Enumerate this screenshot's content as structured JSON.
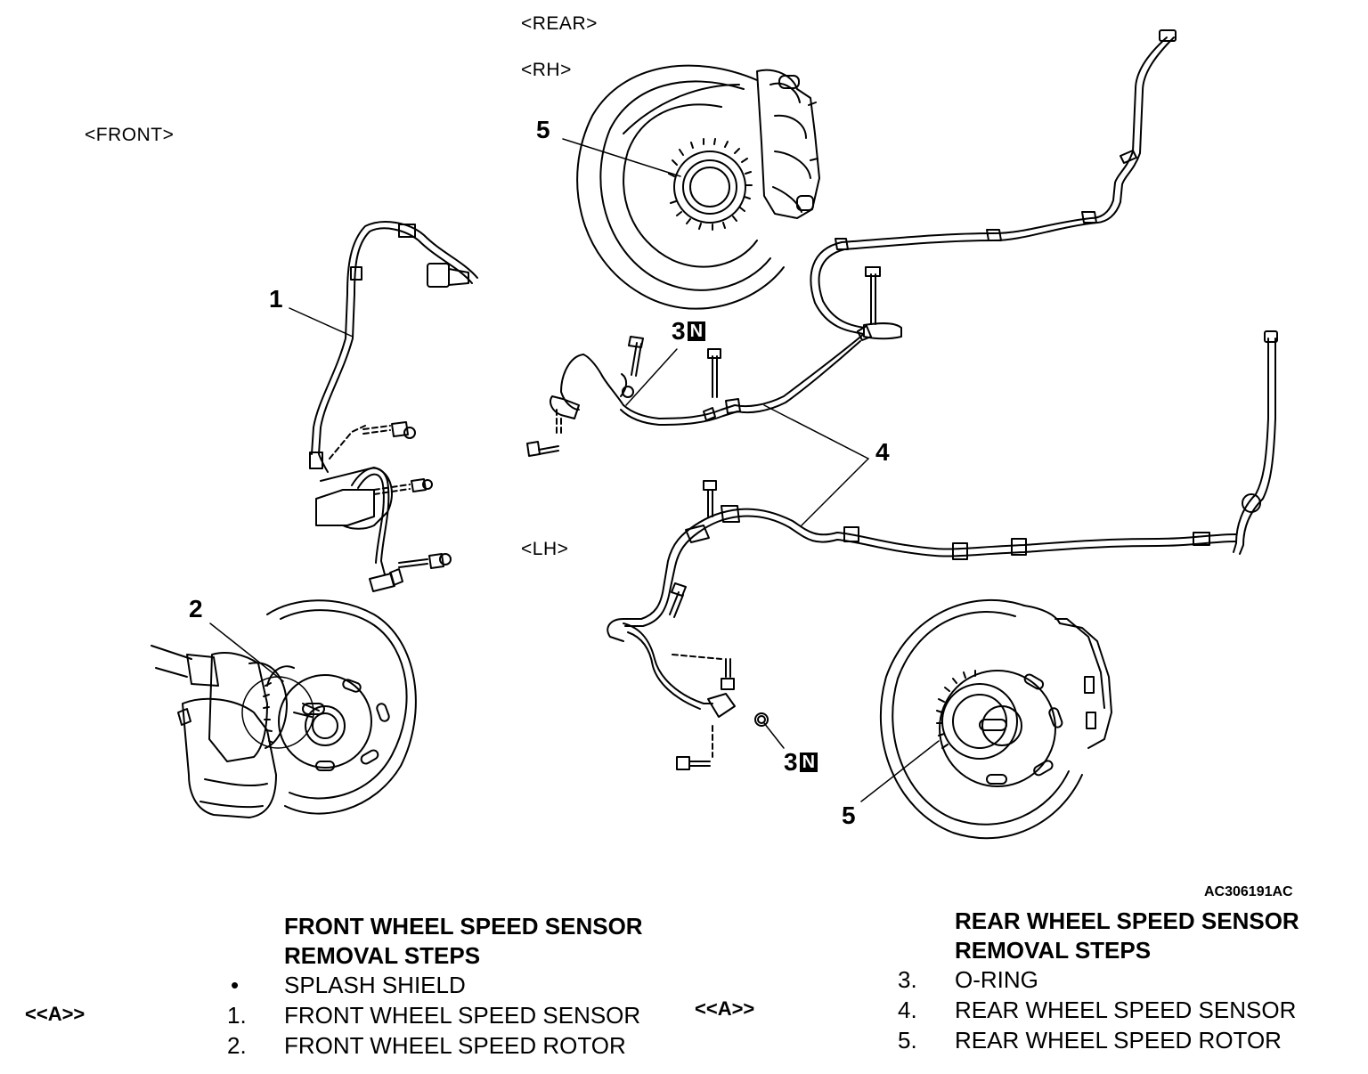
{
  "view_labels": {
    "front": "<FRONT>",
    "rear": "<REAR>",
    "rh": "<RH>",
    "lh": "<LH>"
  },
  "callouts": {
    "c1": "1",
    "c2": "2",
    "c3a_num": "3",
    "c3a_tag": "N",
    "c3b_num": "3",
    "c3b_tag": "N",
    "c4": "4",
    "c5a": "5",
    "c5b": "5"
  },
  "figure_code": "AC306191AC",
  "front_steps": {
    "title_line1": "FRONT WHEEL SPEED SENSOR",
    "title_line2": "REMOVAL STEPS",
    "marker": "<<A>>",
    "items": [
      {
        "num": "•",
        "text": "SPLASH SHIELD"
      },
      {
        "num": "1.",
        "text": "FRONT WHEEL SPEED SENSOR"
      },
      {
        "num": "2.",
        "text": "FRONT WHEEL SPEED ROTOR"
      }
    ]
  },
  "rear_steps": {
    "title_line1": "REAR WHEEL SPEED SENSOR",
    "title_line2": "REMOVAL STEPS",
    "marker": "<<A>>",
    "items": [
      {
        "num": "3.",
        "text": "O-RING"
      },
      {
        "num": "4.",
        "text": "REAR WHEEL SPEED SENSOR"
      },
      {
        "num": "5.",
        "text": "REAR WHEEL SPEED ROTOR"
      }
    ]
  }
}
